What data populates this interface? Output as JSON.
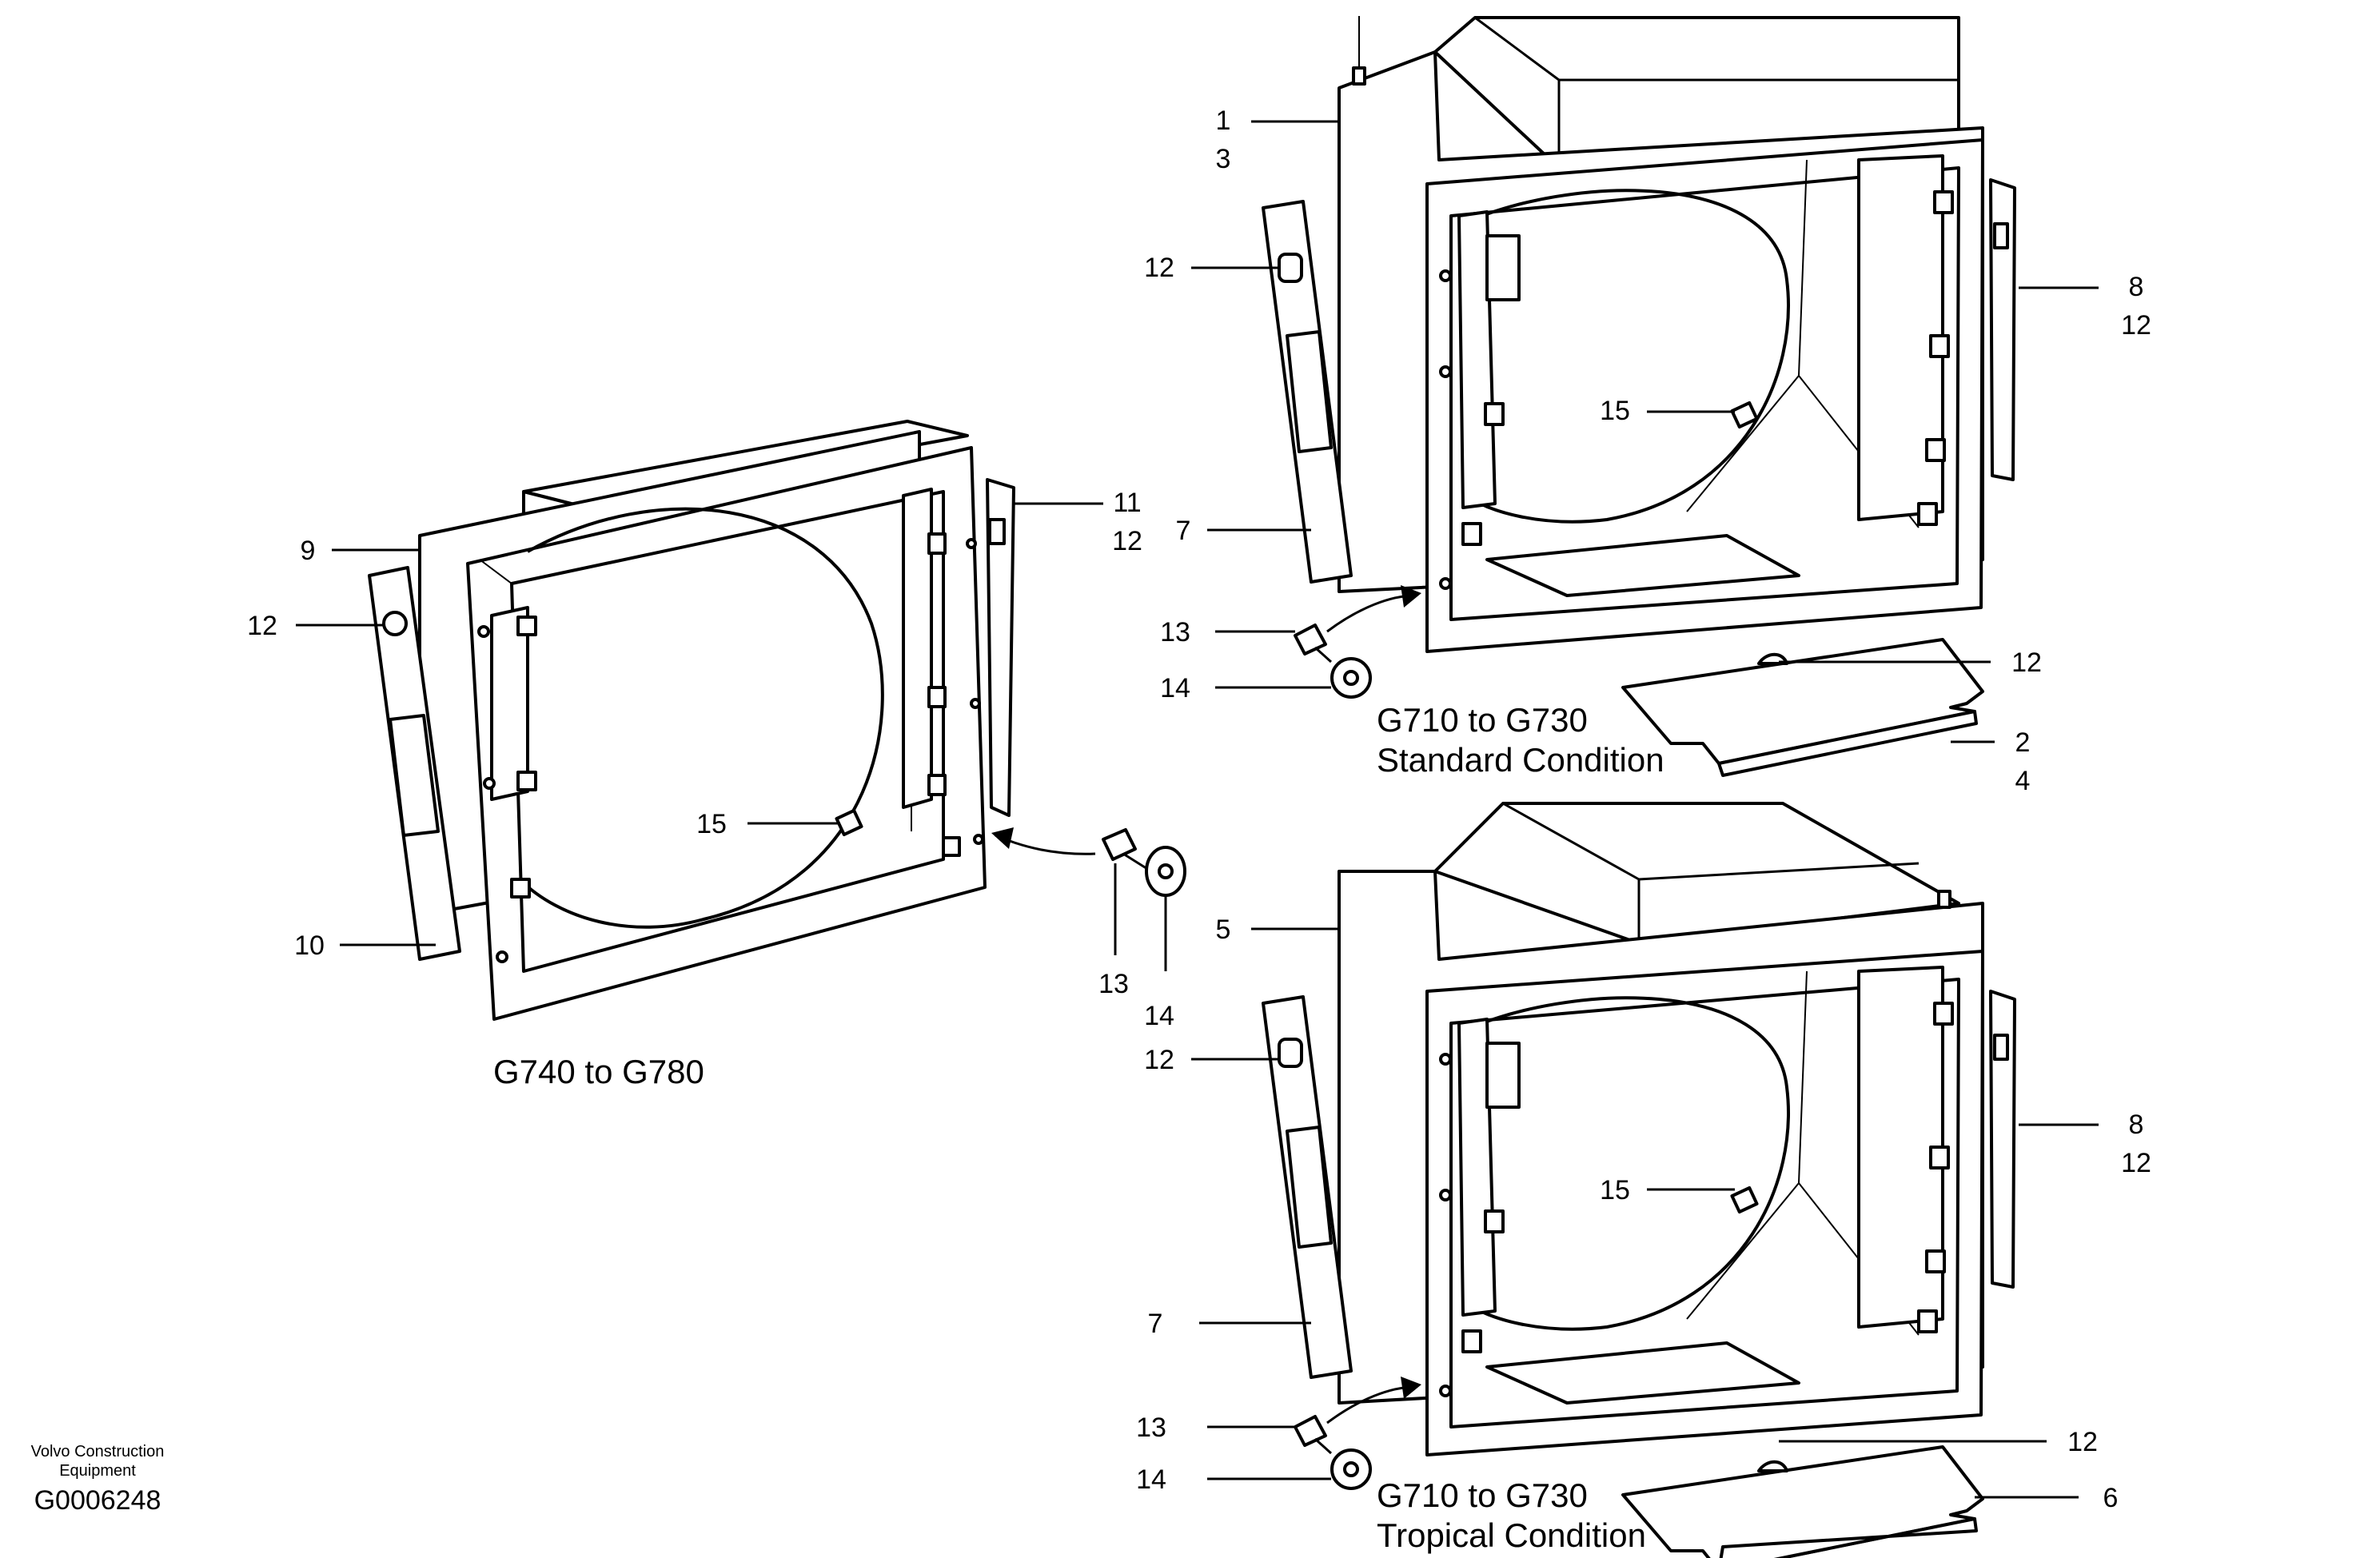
{
  "captions": {
    "g740_title": "G740 to G780",
    "std_line1": "G710 to G730",
    "std_line2": "Standard Condition",
    "trop_line1": "G710 to G730",
    "trop_line2": "Tropical Condition"
  },
  "footer": {
    "company_line1": "Volvo Construction",
    "company_line2": "Equipment",
    "drawing_id": "G0006248"
  },
  "callouts": {
    "left": {
      "n9": "9",
      "n12a": "12",
      "n11": "11",
      "n12b": "12",
      "n15": "15",
      "n10": "10",
      "n13": "13",
      "n14": "14"
    },
    "std": {
      "n1": "1",
      "n3": "3",
      "n12a": "12",
      "n8": "8",
      "n12b": "12",
      "n15": "15",
      "n7": "7",
      "n13": "13",
      "n14": "14",
      "n12c": "12",
      "n2": "2",
      "n4": "4"
    },
    "trop": {
      "n5": "5",
      "n12a": "12",
      "n8": "8",
      "n12b": "12",
      "n15": "15",
      "n7": "7",
      "n13": "13",
      "n14": "14",
      "n12c": "12",
      "n6": "6"
    }
  }
}
